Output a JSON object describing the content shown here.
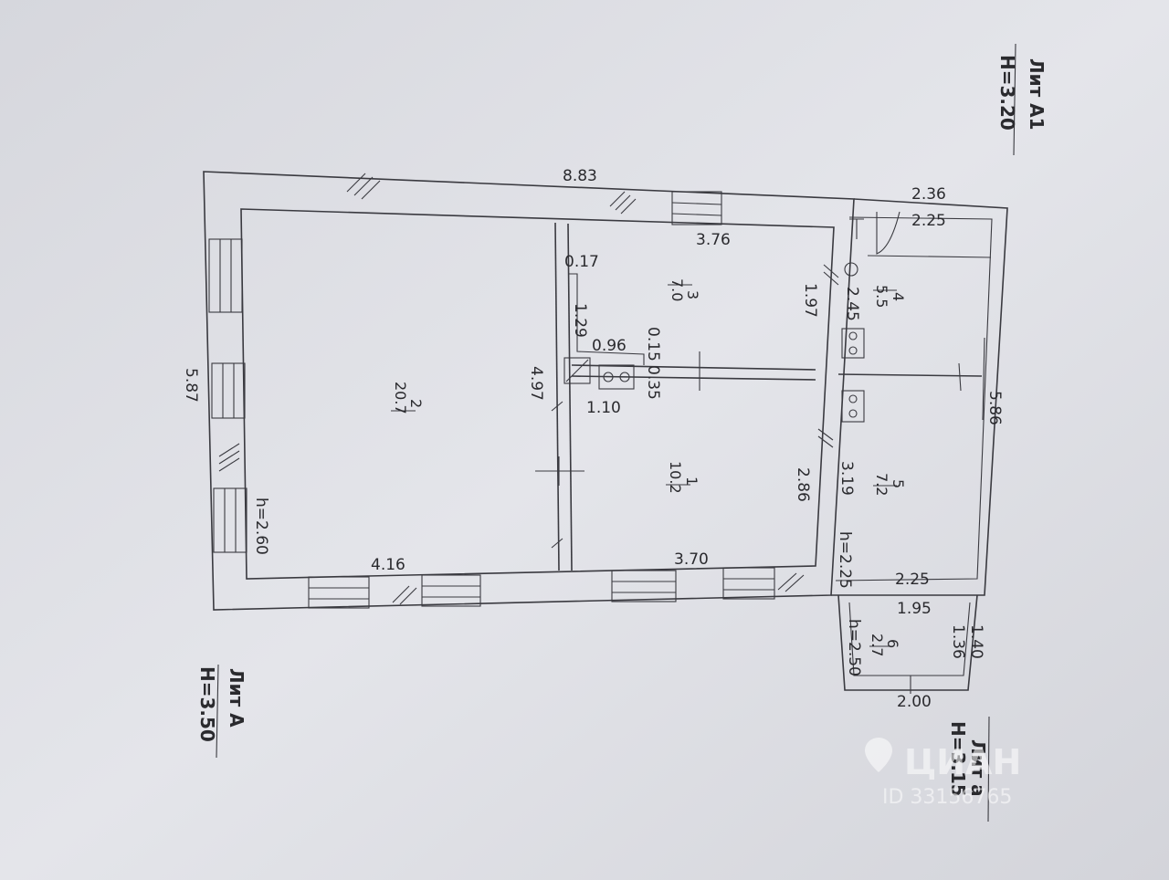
{
  "labels": {
    "lit_a1": "Лит А1",
    "h_a1": "Н=3.20",
    "lit_a": "Лит А",
    "h_a": "Н=3.50",
    "lit_small_a": "Лит а",
    "h_small_a": "Н=3.15"
  },
  "rooms": [
    {
      "number": "2",
      "area": "20.7"
    },
    {
      "number": "3",
      "area": "7.0"
    },
    {
      "number": "1",
      "area": "10.2"
    },
    {
      "number": "4",
      "area": "5.5"
    },
    {
      "number": "5",
      "area": "7.2"
    },
    {
      "number": "6",
      "area": "2.7"
    }
  ],
  "dimensions": {
    "d883": "8.83",
    "d587": "5.87",
    "d497": "4.97",
    "d416": "4.16",
    "h260": "h=2.60",
    "d376": "3.76",
    "d017": "0.17",
    "d129": "1.29",
    "d096": "0.96",
    "d015": "0.15",
    "d035": "0.35",
    "d110": "1.10",
    "d197": "1.97",
    "d286": "2.86",
    "d370": "3.70",
    "d236": "2.36",
    "d225a": "2.25",
    "d245": "2.45",
    "d586": "5.86",
    "d319": "3.19",
    "h225": "h=2.25",
    "d225b": "2.25",
    "d195": "1.95",
    "d140": "1.40",
    "d136": "1.36",
    "h250": "h=2.50",
    "d200": "2.00"
  },
  "watermark": {
    "brand": "ЦИАН",
    "id": "ID 33156765"
  }
}
